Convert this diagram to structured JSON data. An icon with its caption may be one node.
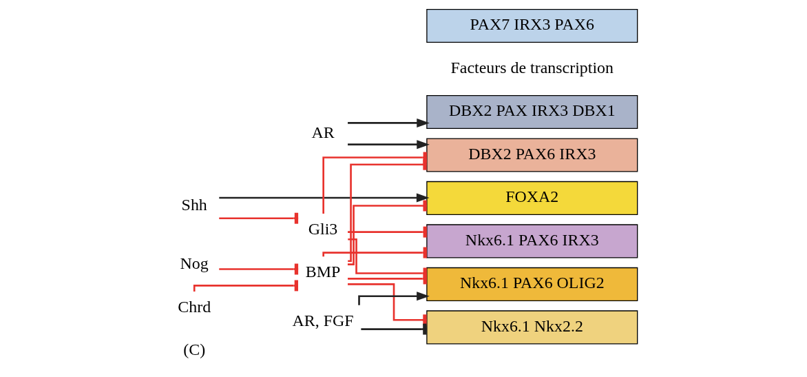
{
  "diagram": {
    "nodes": [
      {
        "text": [
          "PAX7 IRX3 PAX6"
        ]
      },
      {
        "text": [
          "DBX2 PAX IRX3 DBX1"
        ]
      },
      {
        "text": [
          "DBX2 PAX6 IRX3"
        ]
      },
      {
        "text": [
          "Nkx6.1 PAX6 IRX3"
        ]
      },
      {
        "text": [
          "Nkx6.1 PAX6 OLIG2"
        ]
      },
      {
        "text": [
          "Nkx6.1 Nkx2.2"
        ]
      },
      {
        "text": [
          "FOXA2"
        ]
      },
      {
        "text": [
          "AR"
        ]
      },
      {
        "text": [
          "Shh"
        ]
      },
      {
        "text": [
          "Gli3"
        ]
      },
      {
        "text": [
          "Nog"
        ]
      },
      {
        "text": [
          "BMP"
        ]
      },
      {
        "text": [
          "Chrd"
        ]
      },
      {
        "text": [
          "AR, FGF"
        ]
      }
    ],
    "edges": [
      {
        "from": 7,
        "to": 1,
        "arrow": "to",
        "color": "#222222"
      },
      {
        "from": 7,
        "to": 2,
        "arrow": "to",
        "color": "#222222"
      },
      {
        "from": 8,
        "to": 9,
        "arrow": "other"
      },
      {
        "from": 10,
        "to": 11,
        "arrow": "other"
      },
      {
        "from": 12,
        "to": 11,
        "arrow": "other"
      },
      {
        "from": 9,
        "to": 2,
        "arrow": "other"
      },
      {
        "from": 9,
        "to": 3,
        "arrow": "other"
      },
      {
        "from": 9,
        "to": 4,
        "arrow": "other"
      },
      {
        "from": 11,
        "to": 2,
        "arrow": "other"
      },
      {
        "from": 11,
        "to": 3,
        "arrow": "other"
      },
      {
        "from": 11,
        "to": 4,
        "arrow": "other"
      },
      {
        "from": 13,
        "to": 4,
        "arrow": "to",
        "color": "#222222"
      },
      {
        "from": 11,
        "to": 5,
        "arrow": "other"
      },
      {
        "from": 13,
        "to": 5,
        "arrow": "other",
        "color": "#222222"
      },
      {
        "from": 8,
        "to": 6,
        "arrow": "to",
        "color": "#222222"
      },
      {
        "from": 11,
        "to": 6,
        "arrow": "other"
      }
    ],
    "labels": [
      "(C)",
      "Facteurs de transcription"
    ]
  }
}
